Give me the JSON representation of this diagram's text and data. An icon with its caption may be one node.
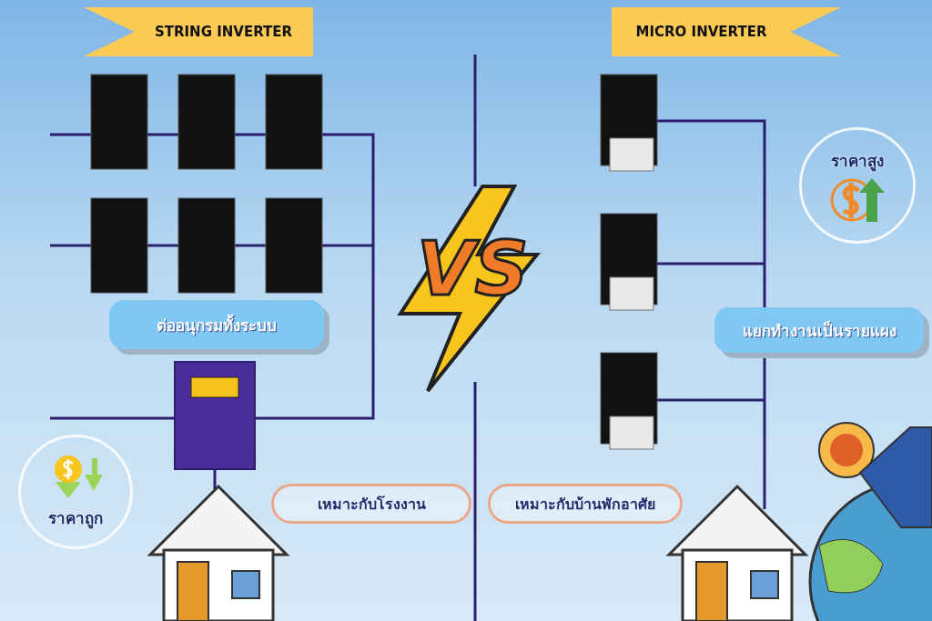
{
  "diagram": {
    "nodes": [
      {
        "text": [
          "STRING INVERTER"
        ]
      },
      {
        "text": [
          "MICRO INVERTER"
        ]
      },
      {
        "text": [
          "ราคาสูง"
        ]
      },
      {
        "text": [
          "ต่ออนุกรมทั้งระบบ"
        ]
      },
      {
        "text": [
          "แยกทำงานเป็นรายแผง"
        ]
      },
      {
        "text": [
          "ราคาถูก"
        ]
      },
      {
        "text": [
          "เหมาะกับโรงงาน"
        ]
      },
      {
        "text": [
          "เหมาะกับบ้านพักอาศัย"
        ]
      }
    ],
    "labels": [
      "VS"
    ]
  }
}
